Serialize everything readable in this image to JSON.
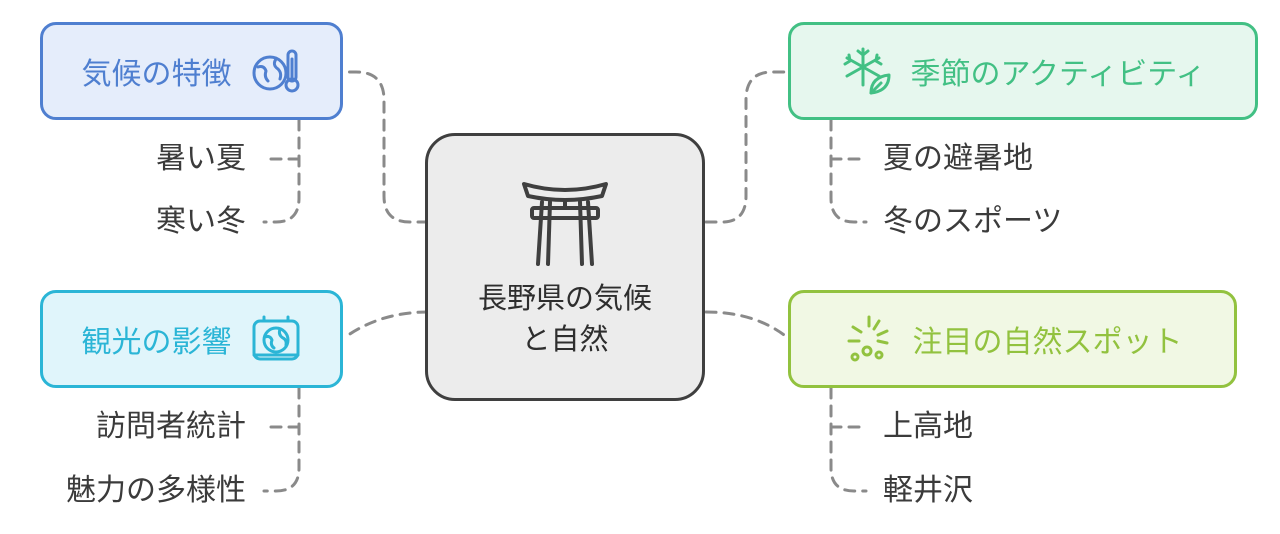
{
  "center": {
    "title": "長野県の気候と自然",
    "icon": "torii-gate-icon",
    "border_color": "#3f3f3f",
    "fill_color": "#ececec"
  },
  "topics": [
    {
      "id": "climate",
      "label": "気候の特徴",
      "icon": "globe-thermometer-icon",
      "border_color": "#4f7fd0",
      "fill_color": "#e5edfb",
      "text_color": "#4f7fd0",
      "items": [
        "暑い夏",
        "寒い冬"
      ]
    },
    {
      "id": "seasonal",
      "label": "季節のアクティビティ",
      "icon": "snowflake-leaf-icon",
      "border_color": "#42c084",
      "fill_color": "#e6f7ee",
      "text_color": "#42c084",
      "items": [
        "夏の避暑地",
        "冬のスポーツ"
      ]
    },
    {
      "id": "tourism",
      "label": "観光の影響",
      "icon": "suitcase-globe-icon",
      "border_color": "#2bb5d6",
      "fill_color": "#e0f5fb",
      "text_color": "#2bb5d6",
      "items": [
        "訪問者統計",
        "魅力の多様性"
      ]
    },
    {
      "id": "nature",
      "label": "注目の自然スポット",
      "icon": "sparkle-burst-icon",
      "border_color": "#92c23f",
      "fill_color": "#f1f8e4",
      "text_color": "#92c23f",
      "items": [
        "上高地",
        "軽井沢"
      ]
    }
  ],
  "connector_color": "#8a8a8a"
}
